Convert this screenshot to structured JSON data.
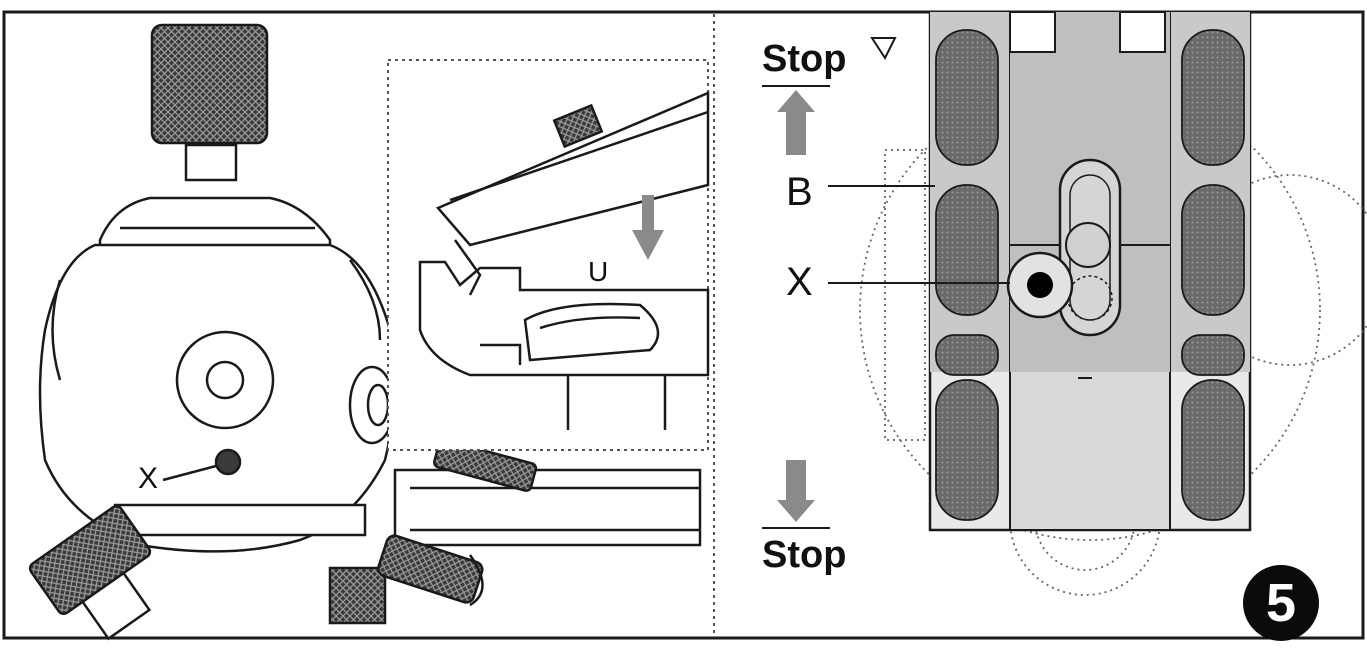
{
  "labels": {
    "stop_top": "Stop",
    "stop_bottom": "Stop",
    "b": "B",
    "x_right": "X",
    "x_left": "X",
    "u": "U"
  },
  "step_number": "5",
  "colors": {
    "line": "#1a1a1a",
    "knurl": "#3a3a3a",
    "shade": "#c9c9c9",
    "plate_dark": "#8f8f8f",
    "arrow": "#8a8a8a"
  }
}
